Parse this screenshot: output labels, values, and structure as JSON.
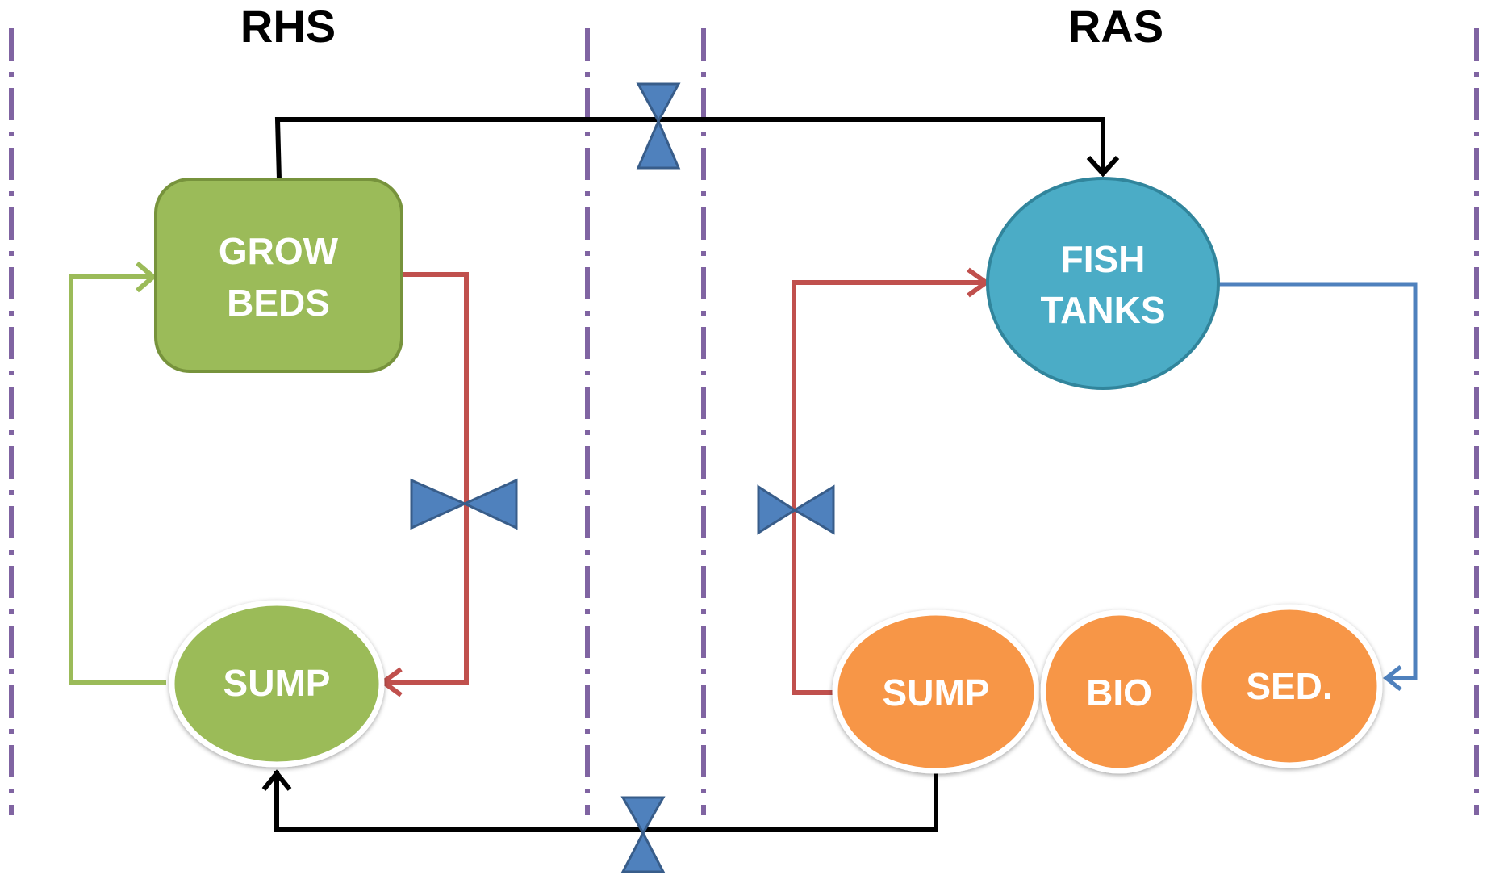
{
  "sections": {
    "left_title": "RHS",
    "right_title": "RAS"
  },
  "nodes": {
    "grow_beds": {
      "line1": "GROW",
      "line2": "BEDS"
    },
    "rhs_sump": "SUMP",
    "fish_tanks": {
      "line1": "FISH",
      "line2": "TANKS"
    },
    "ras_sump": "SUMP",
    "bio": "BIO",
    "sed": "SED."
  },
  "colors": {
    "divider": "#8064a2",
    "green_fill": "#9bbb59",
    "green_stroke": "#77933c",
    "green_pipe": "#9bbb59",
    "red_pipe": "#c0504d",
    "blue_pipe": "#4f81bd",
    "black_pipe": "#000000",
    "fish_fill": "#4bacc6",
    "fish_stroke": "#31859c",
    "orange_fill": "#f79646",
    "valve_fill": "#4f81bd",
    "valve_stroke": "#385d8a"
  },
  "icons": {
    "valves": [
      "valve-icon-top",
      "valve-icon-rhs",
      "valve-icon-ras",
      "valve-icon-bottom"
    ],
    "arrows": [
      "arrowhead-icon"
    ]
  }
}
